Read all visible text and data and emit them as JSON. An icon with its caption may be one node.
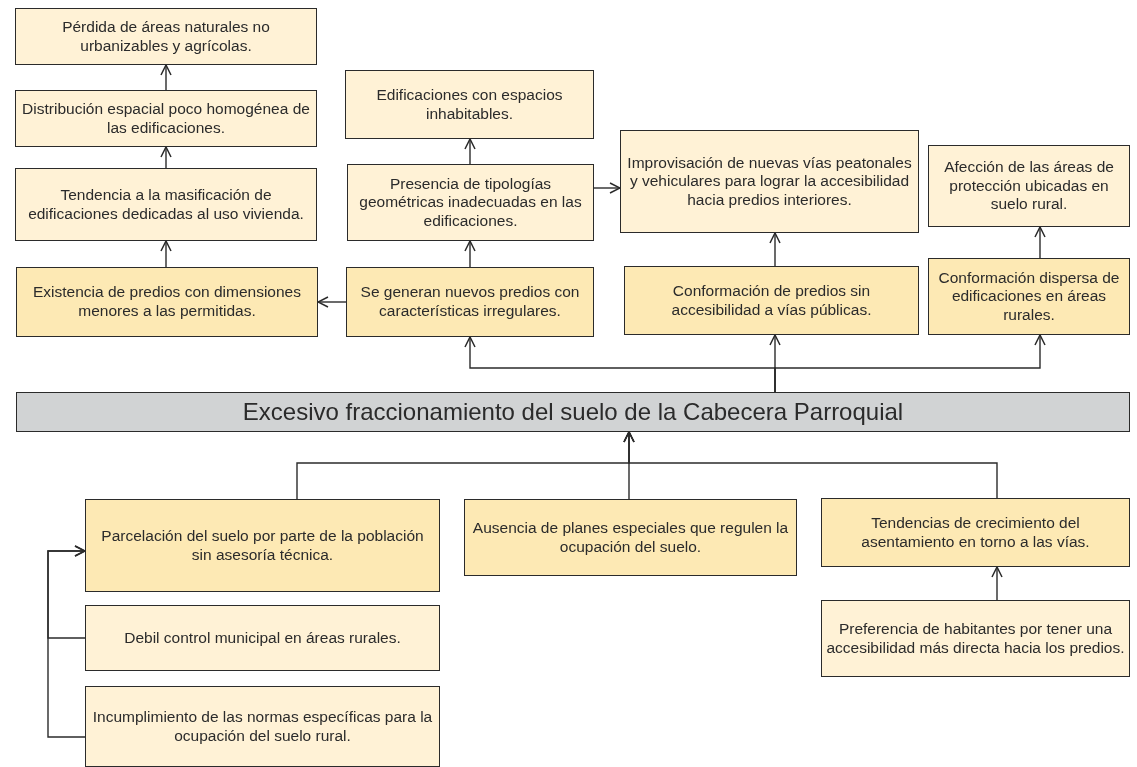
{
  "diagram": {
    "nodes": [
      {
        "text": [
          "Pérdida de áreas naturales no urbanizables y agrícolas."
        ]
      },
      {
        "text": [
          "Distribución espacial poco homogénea de las edificaciones."
        ]
      },
      {
        "text": [
          "Tendencia a la masificación de edificaciones dedicadas al uso vivienda."
        ]
      },
      {
        "text": [
          "Existencia de predios con dimensiones menores a las permitidas."
        ]
      },
      {
        "text": [
          "Edificaciones con espacios inhabitables."
        ]
      },
      {
        "text": [
          "Presencia de tipologías geométricas inadecuadas en las edificaciones."
        ]
      },
      {
        "text": [
          "Se generan nuevos predios con características irregulares."
        ]
      },
      {
        "text": [
          "Improvisación de nuevas vías peatonales y vehiculares para lograr la accesibilidad hacia predios interiores."
        ]
      },
      {
        "text": [
          "Afección de las áreas de protección ubicadas en suelo rural."
        ]
      },
      {
        "text": [
          "Conformación de predios sin accesibilidad a vías públicas."
        ]
      },
      {
        "text": [
          "Conformación dispersa de edificaciones en áreas rurales."
        ]
      },
      {
        "text": [
          "Excesivo fraccionamiento del suelo de la Cabecera Parroquial"
        ]
      },
      {
        "text": [
          "Parcelación del suelo por parte de la población sin asesoría técnica."
        ]
      },
      {
        "text": [
          "Ausencia de planes especiales que regulen la ocupación del suelo."
        ]
      },
      {
        "text": [
          "Tendencias de crecimiento del asentamiento en torno a las vías."
        ]
      },
      {
        "text": [
          "Debil control municipal en áreas rurales."
        ]
      },
      {
        "text": [
          "Incumplimiento de las normas específicas para la ocupación del suelo rural."
        ]
      },
      {
        "text": [
          "Preferencia de habitantes por tener una accesibilidad más directa hacia los predios."
        ]
      }
    ],
    "edges": [
      {
        "from": 3,
        "to": 2,
        "arrow": "to"
      },
      {
        "from": 2,
        "to": 1,
        "arrow": "to"
      },
      {
        "from": 1,
        "to": 0,
        "arrow": "to"
      },
      {
        "from": 6,
        "to": 3,
        "arrow": "to"
      },
      {
        "from": 6,
        "to": 5,
        "arrow": "to"
      },
      {
        "from": 5,
        "to": 4,
        "arrow": "to"
      },
      {
        "from": 5,
        "to": 7,
        "arrow": "to"
      },
      {
        "from": 9,
        "to": 7,
        "arrow": "to"
      },
      {
        "from": 10,
        "to": 8,
        "arrow": "to"
      },
      {
        "from": 11,
        "to": 6,
        "arrow": "to"
      },
      {
        "from": 11,
        "to": 9,
        "arrow": "to"
      },
      {
        "from": 11,
        "to": 10,
        "arrow": "to"
      },
      {
        "from": 12,
        "to": 11,
        "arrow": "to"
      },
      {
        "from": 13,
        "to": 11,
        "arrow": "to"
      },
      {
        "from": 14,
        "to": 11,
        "arrow": "to"
      },
      {
        "from": 17,
        "to": 14,
        "arrow": "to"
      },
      {
        "from": 15,
        "to": 12,
        "arrow": "to"
      },
      {
        "from": 16,
        "to": 12,
        "arrow": "to"
      }
    ]
  }
}
